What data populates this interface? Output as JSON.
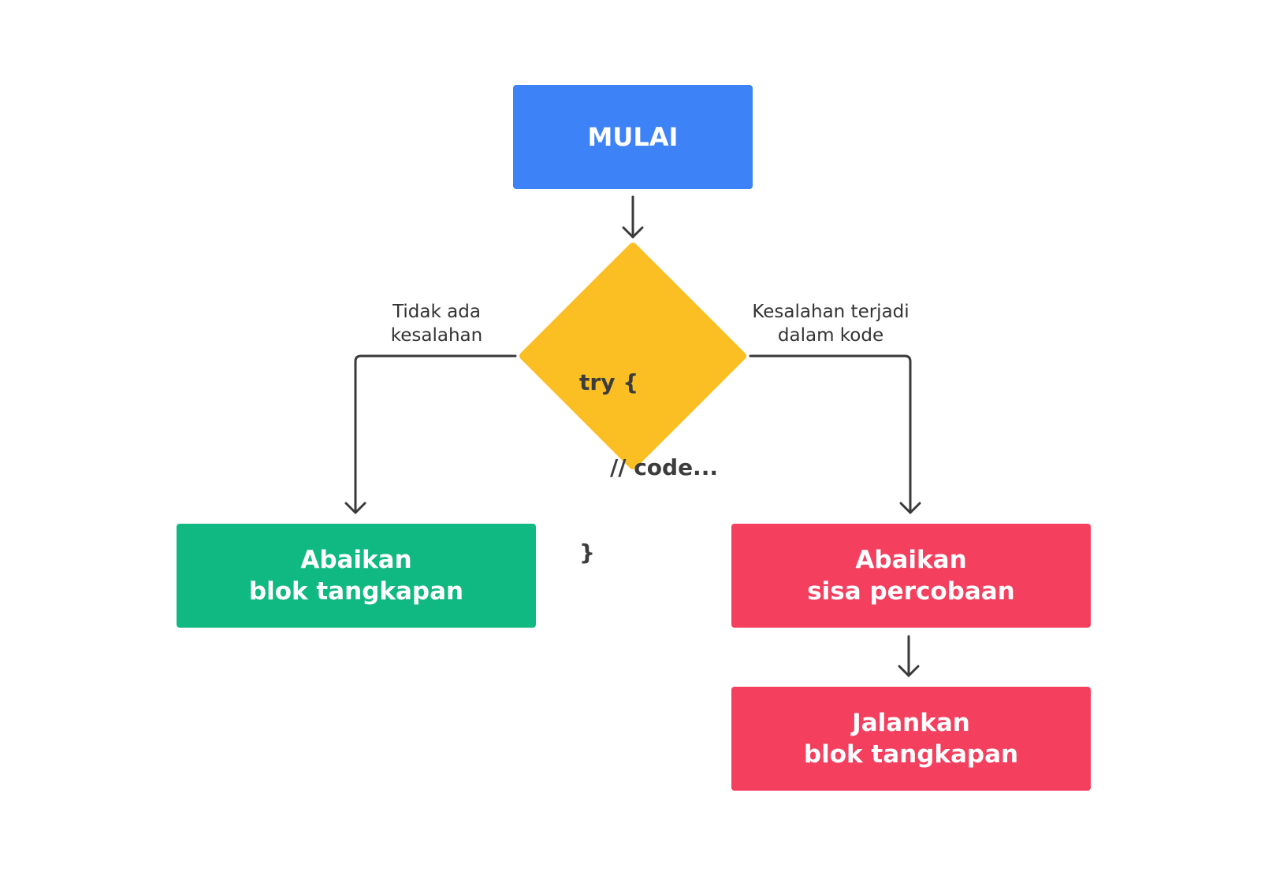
{
  "colors": {
    "start": "#3d82f6",
    "decision": "#fbbf24",
    "success": "#10b981",
    "error": "#f43f5e",
    "connector": "#3a3a3a",
    "decision_text": "#3c3c3c"
  },
  "nodes": {
    "start": {
      "label": "MULAI"
    },
    "decision": {
      "line1": "try {",
      "line2": "    // code...",
      "line3": "}"
    },
    "ignore_catch": {
      "line1": "Abaikan",
      "line2": "blok tangkapan"
    },
    "skip_try": {
      "line1": "Abaikan",
      "line2": "sisa percobaan"
    },
    "run_catch": {
      "line1": "Jalankan",
      "line2": "blok tangkapan"
    }
  },
  "edges": {
    "no_error": {
      "line1": "Tidak ada",
      "line2": "kesalahan"
    },
    "error": {
      "line1": "Kesalahan terjadi",
      "line2": "dalam kode"
    }
  }
}
